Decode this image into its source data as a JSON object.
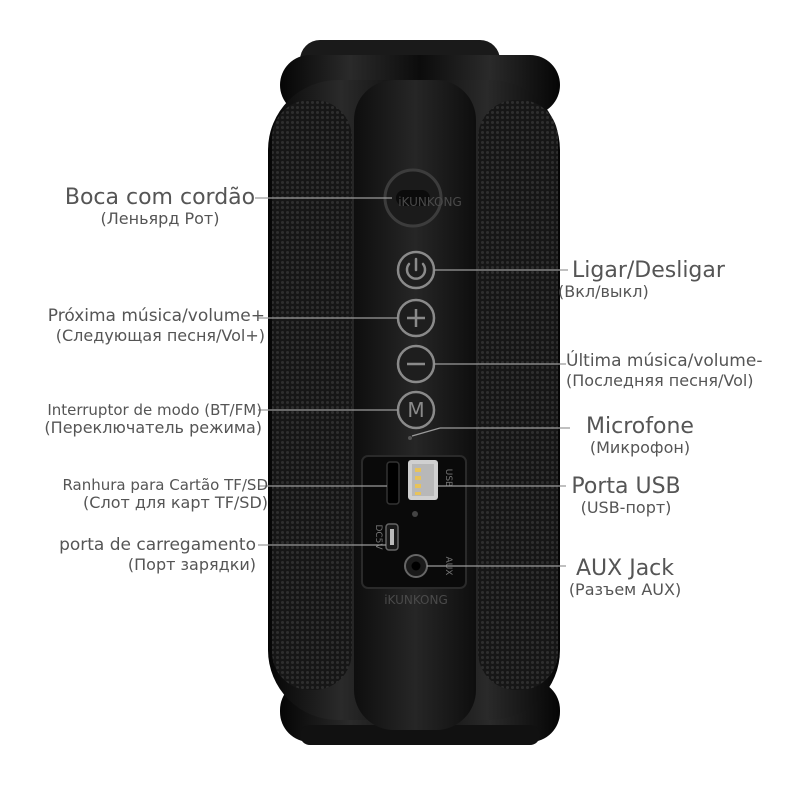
{
  "brand": "iKUNKONG",
  "colors": {
    "body": "#111111",
    "panel": "#1c1c1c",
    "leader": "#9a9a9a",
    "label": "#555555",
    "icon": "#8a8a8a"
  },
  "buttons": [
    {
      "name": "power",
      "icon": "power-icon"
    },
    {
      "name": "plus",
      "icon": "plus-icon"
    },
    {
      "name": "minus",
      "icon": "minus-icon"
    },
    {
      "name": "mode",
      "icon": "mode-icon",
      "glyph": "M"
    }
  ],
  "port_markings": {
    "usb": "USB",
    "charging": "DC5V",
    "aux": "AUX"
  },
  "labels": {
    "lanyard": {
      "pt": "Boca com cordão",
      "ru": "(Леньярд Рот)"
    },
    "power": {
      "pt": "Ligar/Desligar",
      "ru": "(Вкл/выкл)"
    },
    "next": {
      "pt": "Próxima música/volume+",
      "ru": "(Следующая песня/Vol+)"
    },
    "prev": {
      "pt": "Última música/volume-",
      "ru": "(Последняя песня/Vol)"
    },
    "mode": {
      "pt": "Interruptor de modo (BT/FM)",
      "ru": "(Переключатель режима)"
    },
    "mic": {
      "pt": "Microfone",
      "ru": "(Микрофон)"
    },
    "sdcard": {
      "pt": "Ranhura para Cartão TF/SD",
      "ru": "(Слот для карт TF/SD)"
    },
    "usb": {
      "pt": "Porta USB",
      "ru": "(USB-порт)"
    },
    "charging": {
      "pt": "porta de carregamento",
      "ru": "(Порт зарядки)"
    },
    "aux": {
      "pt": "AUX Jack",
      "ru": "(Разъем AUX)"
    }
  }
}
